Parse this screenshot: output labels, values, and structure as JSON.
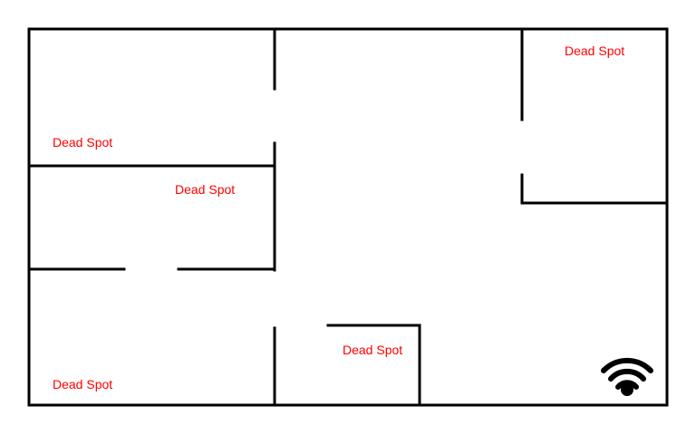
{
  "floorplan": {
    "label_color": "#ff0000",
    "wall_color": "#000000",
    "labels": {
      "dead_spot_1": "Dead Spot",
      "dead_spot_2": "Dead Spot",
      "dead_spot_3": "Dead Spot",
      "dead_spot_4": "Dead Spot",
      "dead_spot_5": "Dead Spot"
    },
    "router_icon": "wifi-icon"
  }
}
